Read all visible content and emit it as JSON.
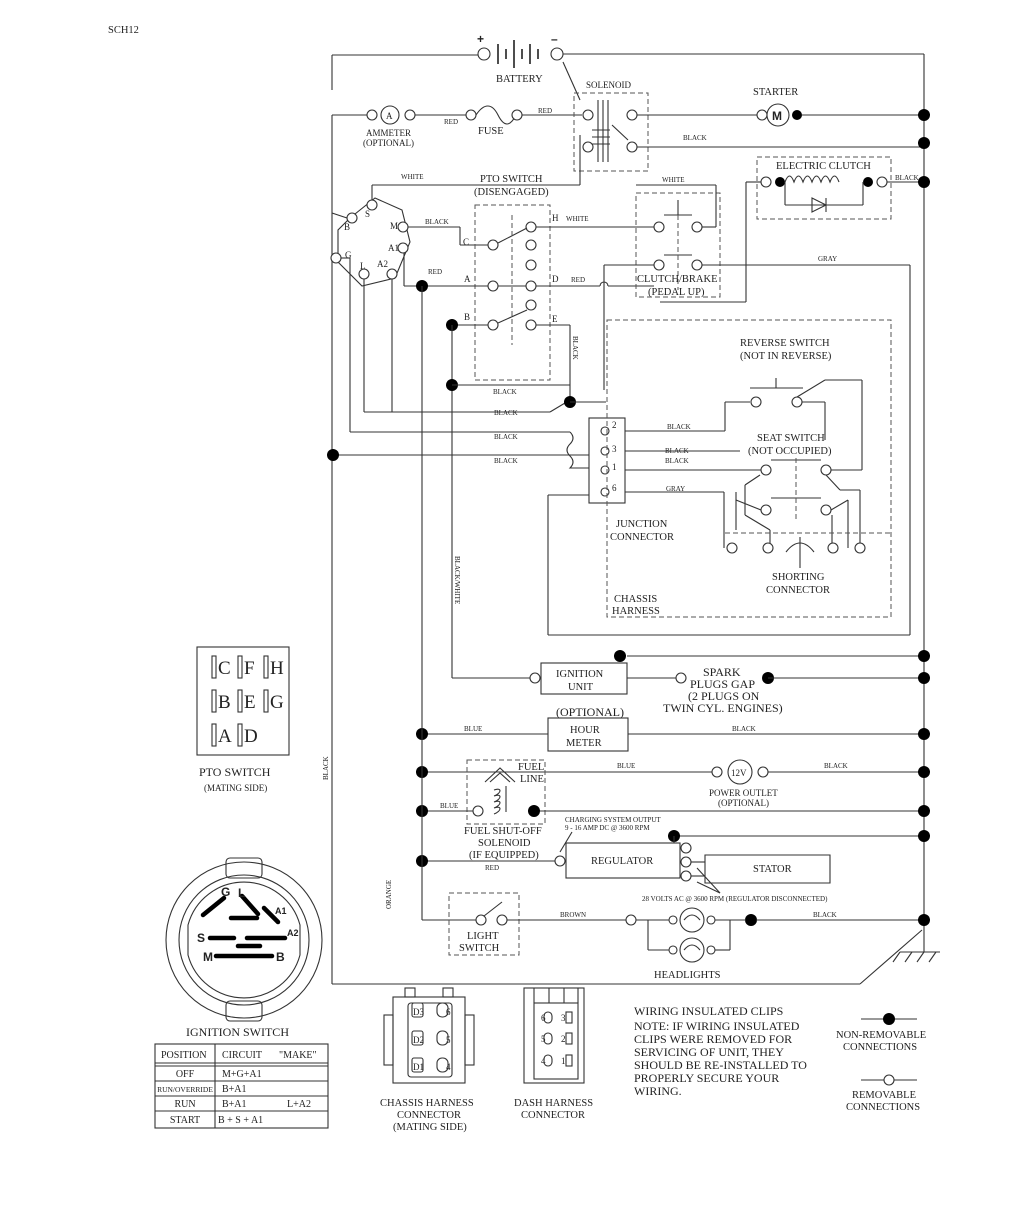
{
  "doc_id": "SCH12",
  "components": {
    "battery": "BATTERY",
    "battery_plus": "+",
    "battery_minus": "–",
    "solenoid": "SOLENOID",
    "starter": "STARTER",
    "starter_symbol": "M",
    "ammeter_letter": "A",
    "ammeter": "AMMETER",
    "ammeter_opt": "(OPTIONAL)",
    "fuse": "FUSE",
    "electric_clutch": "ELECTRIC CLUTCH",
    "pto_switch": "PTO SWITCH",
    "pto_switch_state": "(DISENGAGED)",
    "clutch_brake": "CLUTCH/BRAKE",
    "clutch_brake_state": "(PEDAL UP)",
    "reverse_switch": "REVERSE SWITCH",
    "reverse_switch_state": "(NOT IN REVERSE)",
    "seat_switch": "SEAT SWITCH",
    "seat_switch_state": "(NOT OCCUPIED)",
    "junction_1": "JUNCTION",
    "junction_2": "CONNECTOR",
    "shorting_1": "SHORTING",
    "shorting_2": "CONNECTOR",
    "chassis_harness_1": "CHASSIS",
    "chassis_harness_2": "HARNESS",
    "ignition_unit_1": "IGNITION",
    "ignition_unit_2": "UNIT",
    "spark_1": "SPARK",
    "spark_2": "PLUGS GAP",
    "spark_3": "(2 PLUGS ON",
    "spark_4": "TWIN CYL. ENGINES)",
    "hour_meter_opt": "(OPTIONAL)",
    "hour_meter_1": "HOUR",
    "hour_meter_2": "METER",
    "fuel_line_1": "FUEL",
    "fuel_line_2": "LINE",
    "fuel_solenoid_1": "FUEL SHUT-OFF",
    "fuel_solenoid_2": "SOLENOID",
    "fuel_solenoid_3": "(IF EQUIPPED)",
    "power_outlet_symbol": "12V",
    "power_outlet_1": "POWER OUTLET",
    "power_outlet_2": "(OPTIONAL)",
    "charging_1": "CHARGING SYSTEM OUTPUT",
    "charging_2": "9 - 16 AMP DC @ 3600 RPM",
    "regulator": "REGULATOR",
    "stator": "STATOR",
    "stator_volts": "28 VOLTS AC @ 3600 RPM (REGULATOR DISCONNECTED)",
    "light_switch_1": "LIGHT",
    "light_switch_2": "SWITCH",
    "headlights": "HEADLIGHTS"
  },
  "wires": {
    "red": "RED",
    "black": "BLACK",
    "white": "WHITE",
    "gray": "GRAY",
    "blue": "BLUE",
    "brown": "BROWN",
    "orange": "ORANGE",
    "black_white": "BLACK/WHITE"
  },
  "ignition_terminals": {
    "s": "S",
    "m": "M",
    "a1": "A1",
    "b": "B",
    "g": "G",
    "l": "L",
    "a2": "A2"
  },
  "pto_terminals": {
    "c": "C",
    "h": "H",
    "a": "A",
    "d": "D",
    "b": "B",
    "e": "E"
  },
  "junction_pins": [
    "2",
    "3",
    "1",
    "6"
  ],
  "pto_mating": {
    "rows": [
      [
        "C",
        "F",
        "H"
      ],
      [
        "B",
        "E",
        "G"
      ],
      [
        "A",
        "D",
        ""
      ]
    ],
    "title": "PTO SWITCH",
    "subtitle": "(MATING SIDE)"
  },
  "ignition_switch": {
    "terminals": {
      "g": "G",
      "l": "L",
      "a1": "A1",
      "s": "S",
      "a2": "A2",
      "m": "M",
      "b": "B"
    },
    "title": "IGNITION SWITCH",
    "headers": [
      "POSITION",
      "CIRCUIT",
      "\"MAKE\""
    ],
    "rows": [
      {
        "position": "OFF",
        "circuit": "M+G+A1",
        "extra": ""
      },
      {
        "position": "RUN/OVERRIDE",
        "circuit": "B+A1",
        "extra": ""
      },
      {
        "position": "RUN",
        "circuit": "B+A1",
        "extra": "L+A2"
      },
      {
        "position": "START",
        "circuit": "B + S + A1",
        "extra": ""
      }
    ]
  },
  "chassis_connector": {
    "pins_left": [
      "D3",
      "D2",
      "D1"
    ],
    "pins_right": [
      "6",
      "5",
      "4"
    ],
    "title_1": "CHASSIS HARNESS",
    "title_2": "CONNECTOR",
    "title_3": "(MATING SIDE)"
  },
  "dash_connector": {
    "pins_left": [
      "6",
      "5",
      "4"
    ],
    "pins_right": [
      "3",
      "2",
      "1"
    ],
    "title_1": "DASH HARNESS",
    "title_2": "CONNECTOR"
  },
  "notes": {
    "clips_title": "WIRING INSULATED CLIPS",
    "clips_lines": [
      "NOTE: IF WIRING INSULATED",
      "CLIPS WERE REMOVED FOR",
      "SERVICING OF UNIT, THEY",
      "SHOULD BE RE-INSTALLED TO",
      "PROPERLY SECURE YOUR",
      "WIRING."
    ]
  },
  "legend": {
    "non_removable_1": "NON-REMOVABLE",
    "non_removable_2": "CONNECTIONS",
    "removable_1": "REMOVABLE",
    "removable_2": "CONNECTIONS"
  }
}
